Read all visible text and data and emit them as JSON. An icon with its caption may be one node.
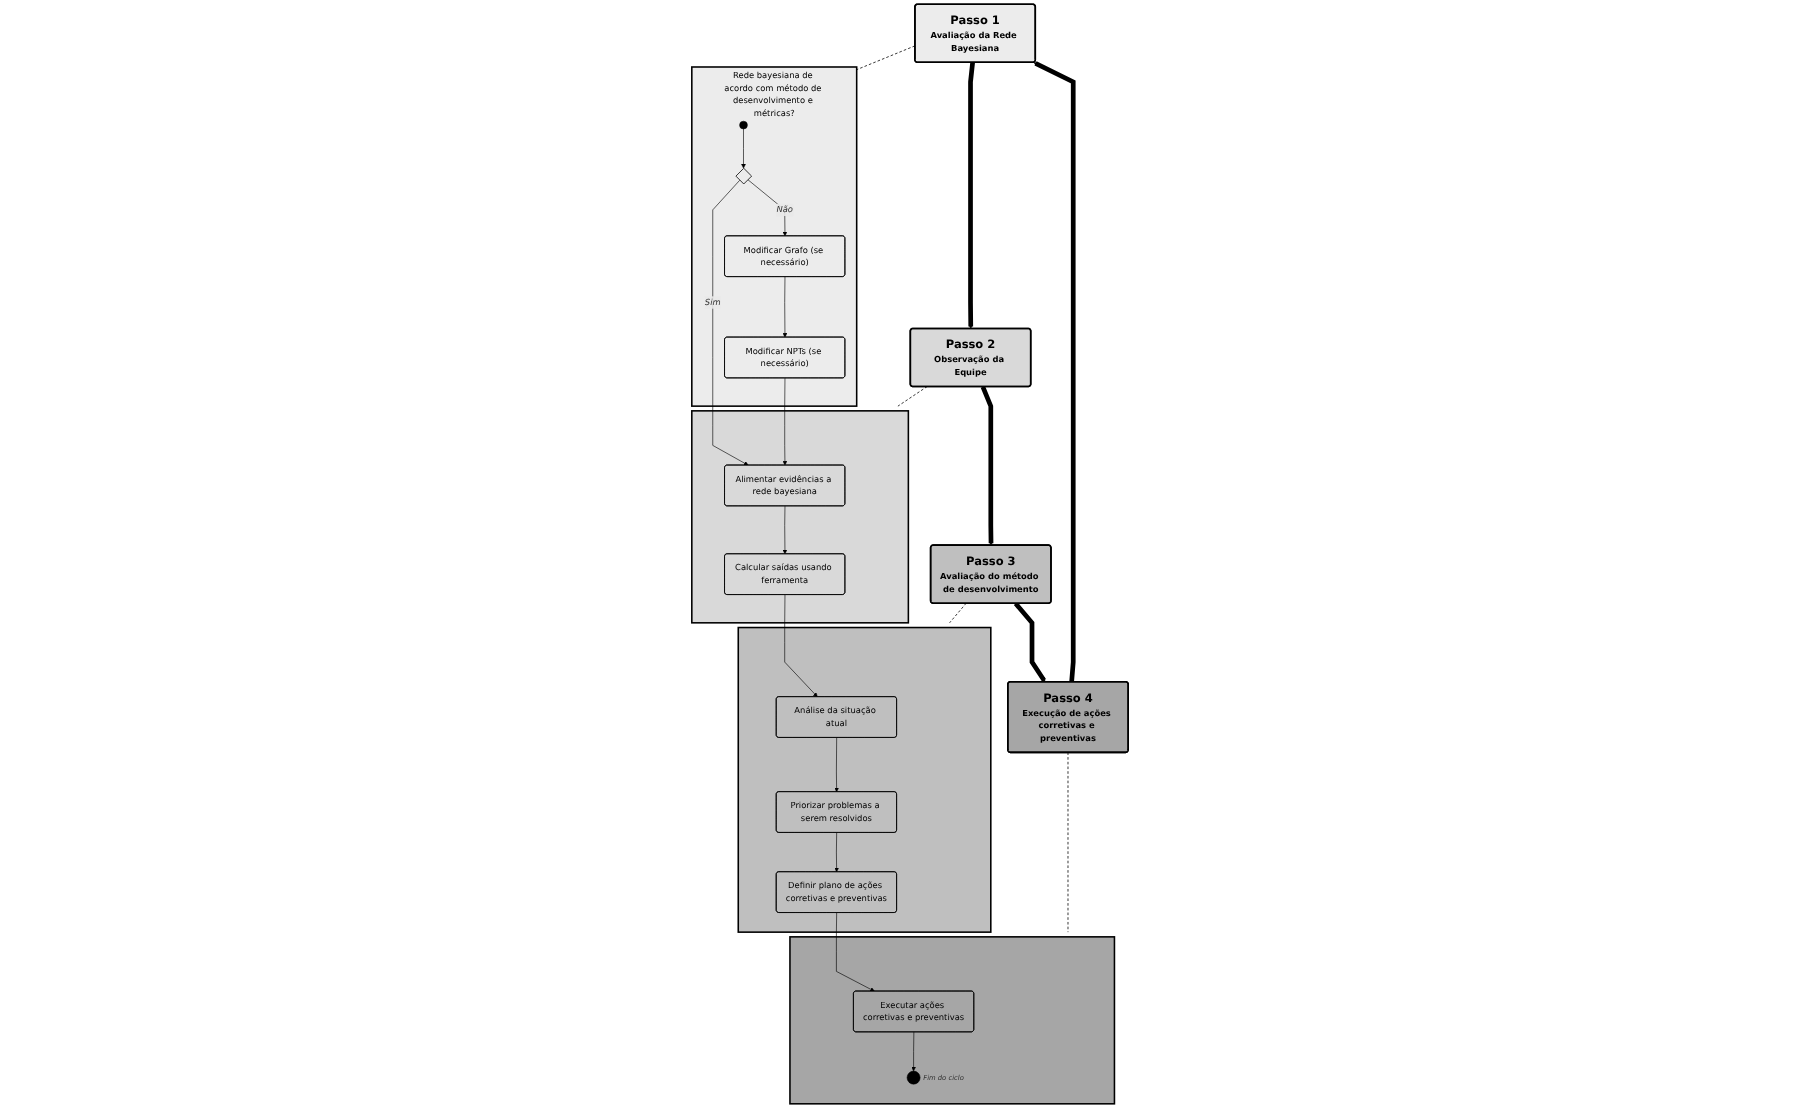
{
  "diagram": {
    "nodes": [
      {
        "text": [
          "Passo 1",
          "Avaliação da Rede Bayesiana"
        ]
      },
      {
        "text": [
          "Passo 2",
          "Observação da Equipe"
        ]
      },
      {
        "text": [
          "Passo 3",
          "Avaliação do método de desenvolvimento"
        ]
      },
      {
        "text": [
          "Passo 4",
          "Execução de ações corretivas e preventivas"
        ]
      },
      {
        "text": [
          "Rede bayesiana de acordo com método de desenvolvimento e métricas?"
        ]
      },
      {
        "text": [],
        "shape": "circle",
        "in": 4
      },
      {
        "text": [],
        "shape": "diamond",
        "in": 4
      },
      {
        "text": [
          "Modificar Grafo (se necessário)"
        ],
        "in": 4
      },
      {
        "text": [
          "Modificar NPTs (se necessário)"
        ],
        "in": 4
      },
      {
        "text": [],
        "shape": "box"
      },
      {
        "text": [
          "Alimentar evidências a rede bayesiana"
        ],
        "in": 9
      },
      {
        "text": [
          "Calcular saídas usando ferramenta"
        ],
        "in": 9
      },
      {
        "text": [],
        "shape": "box"
      },
      {
        "text": [
          "Análise da situação atual"
        ],
        "in": 12
      },
      {
        "text": [
          "Priorizar problemas a serem resolvidos"
        ],
        "in": 12
      },
      {
        "text": [
          "Definir plano de ações corretivas e preventivas"
        ],
        "in": 12
      },
      {
        "text": [],
        "shape": "box"
      },
      {
        "text": [
          "Executar ações corretivas e preventivas"
        ],
        "in": 16
      },
      {
        "text": [],
        "shape": "circle",
        "in": 16,
        "beside": [
          "Fim do ciclo"
        ]
      }
    ],
    "edges": [
      {
        "from": 0,
        "to": 1,
        "arrow": "to",
        "style": "thick"
      },
      {
        "from": 1,
        "to": 2,
        "arrow": "to",
        "style": "thick"
      },
      {
        "from": 2,
        "to": 3,
        "arrow": "to",
        "style": "thick"
      },
      {
        "from": 3,
        "to": 0,
        "arrow": "to",
        "style": "thick"
      },
      {
        "from": 0,
        "to": 4,
        "arrow": "none",
        "style": "dashed"
      },
      {
        "from": 1,
        "to": 9,
        "arrow": "none",
        "style": "dashed"
      },
      {
        "from": 2,
        "to": 12,
        "arrow": "none",
        "style": "dashed"
      },
      {
        "from": 3,
        "to": 16,
        "arrow": "none",
        "style": "dashed"
      },
      {
        "from": 5,
        "to": 6,
        "arrow": "to"
      },
      {
        "from": 6,
        "to": 10,
        "arrow": "to",
        "label": "Sim"
      },
      {
        "from": 6,
        "to": 7,
        "arrow": "to",
        "label": "Não"
      },
      {
        "from": 7,
        "to": 8,
        "arrow": "to"
      },
      {
        "from": 8,
        "to": 10,
        "arrow": "to"
      },
      {
        "from": 10,
        "to": 11,
        "arrow": "to"
      },
      {
        "from": 11,
        "to": 13,
        "arrow": "to"
      },
      {
        "from": 13,
        "to": 14,
        "arrow": "to"
      },
      {
        "from": 14,
        "to": 15,
        "arrow": "to"
      },
      {
        "from": 15,
        "to": 17,
        "arrow": "to"
      },
      {
        "from": 17,
        "to": 18,
        "arrow": "to"
      }
    ]
  }
}
